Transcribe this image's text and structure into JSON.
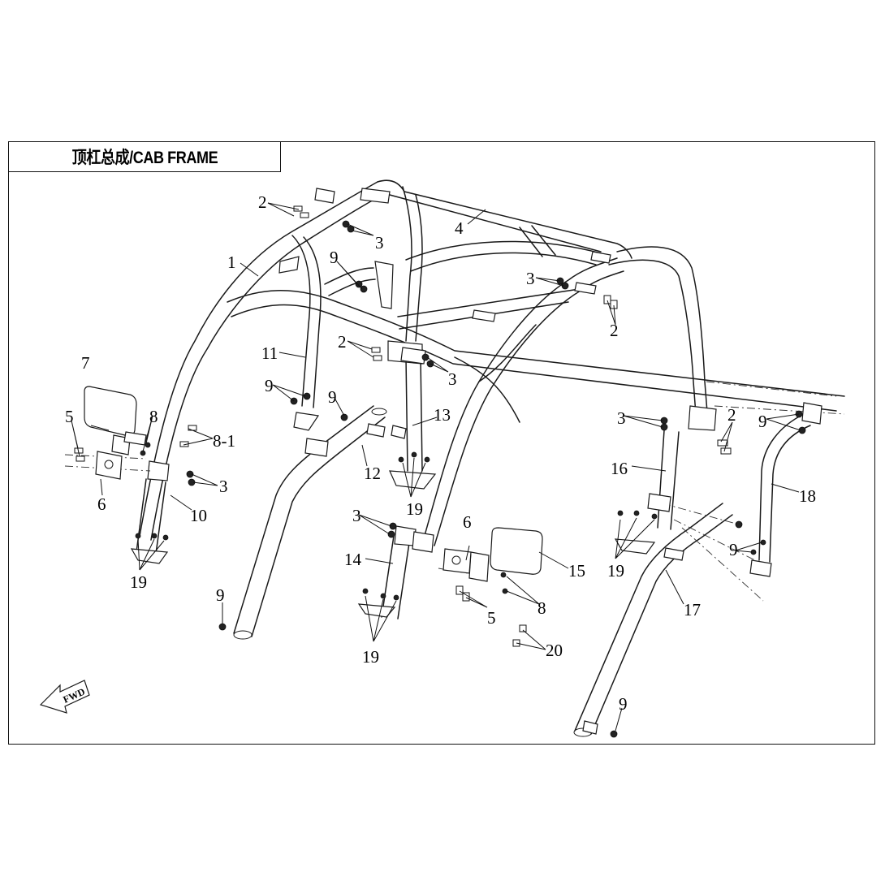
{
  "title": "顶杠总成/CAB FRAME",
  "fwd_label": "FWD",
  "callouts": [
    {
      "id": "c1",
      "text": "1"
    },
    {
      "id": "c2a",
      "text": "2"
    },
    {
      "id": "c2b",
      "text": "2"
    },
    {
      "id": "c2c",
      "text": "2"
    },
    {
      "id": "c2d",
      "text": "2"
    },
    {
      "id": "c3a",
      "text": "3"
    },
    {
      "id": "c3b",
      "text": "3"
    },
    {
      "id": "c3c",
      "text": "3"
    },
    {
      "id": "c3d",
      "text": "3"
    },
    {
      "id": "c3e",
      "text": "3"
    },
    {
      "id": "c3f",
      "text": "3"
    },
    {
      "id": "c4",
      "text": "4"
    },
    {
      "id": "c5a",
      "text": "5"
    },
    {
      "id": "c5b",
      "text": "5"
    },
    {
      "id": "c6a",
      "text": "6"
    },
    {
      "id": "c6b",
      "text": "6"
    },
    {
      "id": "c7",
      "text": "7"
    },
    {
      "id": "c8a",
      "text": "8"
    },
    {
      "id": "c8b",
      "text": "8"
    },
    {
      "id": "c8-1",
      "text": "8-1"
    },
    {
      "id": "c9a",
      "text": "9"
    },
    {
      "id": "c9b",
      "text": "9"
    },
    {
      "id": "c9c",
      "text": "9"
    },
    {
      "id": "c9d",
      "text": "9"
    },
    {
      "id": "c9e",
      "text": "9"
    },
    {
      "id": "c9f",
      "text": "9"
    },
    {
      "id": "c9g",
      "text": "9"
    },
    {
      "id": "c10",
      "text": "10"
    },
    {
      "id": "c11",
      "text": "11"
    },
    {
      "id": "c12",
      "text": "12"
    },
    {
      "id": "c13",
      "text": "13"
    },
    {
      "id": "c14",
      "text": "14"
    },
    {
      "id": "c15",
      "text": "15"
    },
    {
      "id": "c16",
      "text": "16"
    },
    {
      "id": "c17",
      "text": "17"
    },
    {
      "id": "c18",
      "text": "18"
    },
    {
      "id": "c19a",
      "text": "19"
    },
    {
      "id": "c19b",
      "text": "19"
    },
    {
      "id": "c19c",
      "text": "19"
    },
    {
      "id": "c19d",
      "text": "19"
    },
    {
      "id": "c20",
      "text": "20"
    }
  ]
}
